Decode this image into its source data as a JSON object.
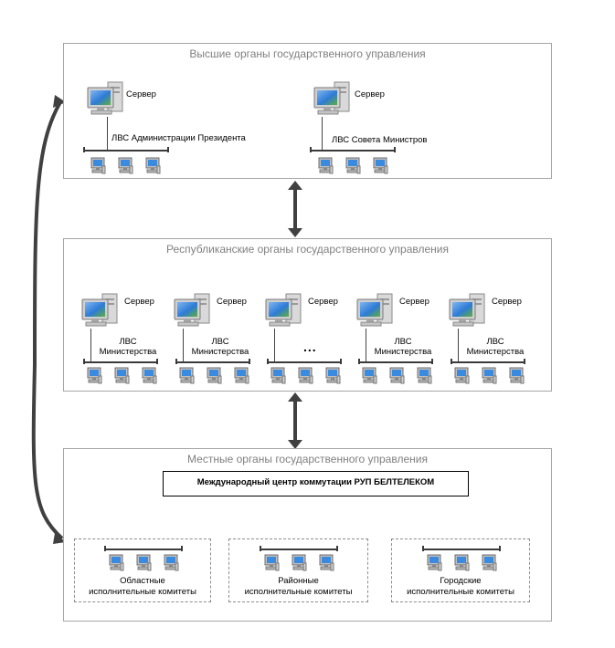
{
  "top": {
    "title": "Высшие органы государственного управления",
    "server_label": "Сервер",
    "lan_admin": "ЛВС Администрации  Президента",
    "lan_council": "ЛВС Совета Министров"
  },
  "mid": {
    "title": "Республиканские органы государственного управления",
    "server_label": "Сервер",
    "lan_line1": "ЛВС",
    "lan_line2": "Министерства",
    "ellipsis": "..."
  },
  "bottom": {
    "title": "Местные органы государственного управления",
    "center_name": "Международный центр коммутации РУП БЕЛТЕЛЕКОМ",
    "regional_line1": "Областные",
    "regional_line2": "исполнительные комитеты",
    "district_line1": "Районные",
    "district_line2": "исполнительные комитеты",
    "city_line1": "Городские",
    "city_line2": "исполнительные комитеты"
  },
  "colors": {
    "panel_border": "#a6a6a6",
    "title_gray": "#808080",
    "arrow": "#404040",
    "lightning": "#f5a033",
    "monitor_screen": "#2e7bd6"
  }
}
